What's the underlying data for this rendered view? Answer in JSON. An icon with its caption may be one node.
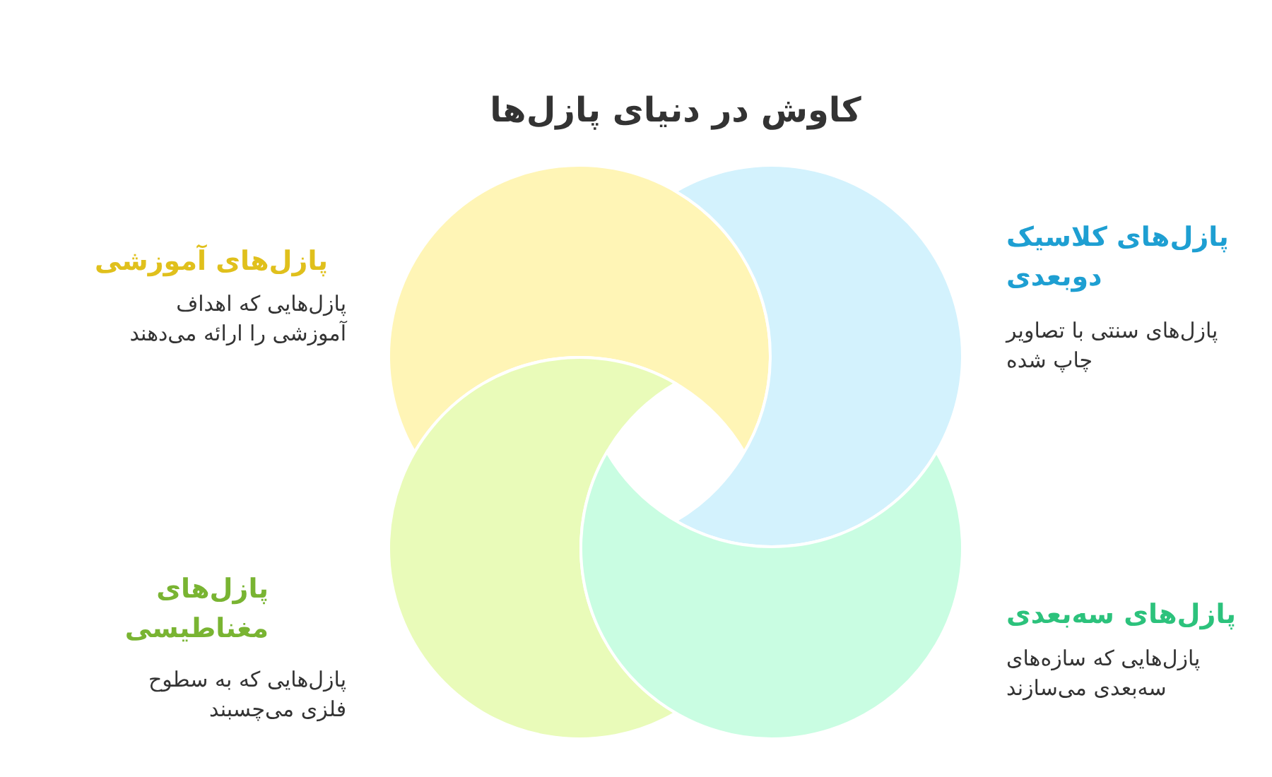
{
  "diagram": {
    "title": "کاوش در دنیای پازل‌ها",
    "nodes": [
      {
        "text": [],
        "shape": "circle",
        "beside": [
          "پازل‌های آموزشی",
          "پازل‌هایی که اهداف آموزشی را ارائه می‌دهند"
        ]
      },
      {
        "text": [],
        "shape": "circle",
        "beside": [
          "پازل‌های کلاسیک دوبعدی",
          "پازل‌های سنتی با تصاویر چاپ شده"
        ]
      },
      {
        "text": [],
        "shape": "circle",
        "beside": [
          "پازل‌های مغناطیسی",
          "پازل‌هایی که به سطوح فلزی می‌چسبند"
        ]
      },
      {
        "text": [],
        "shape": "circle",
        "beside": [
          "پازل‌های سه‌بعدی",
          "پازل‌هایی که سازه‌های سه‌بعدی می‌سازند"
        ]
      }
    ]
  }
}
